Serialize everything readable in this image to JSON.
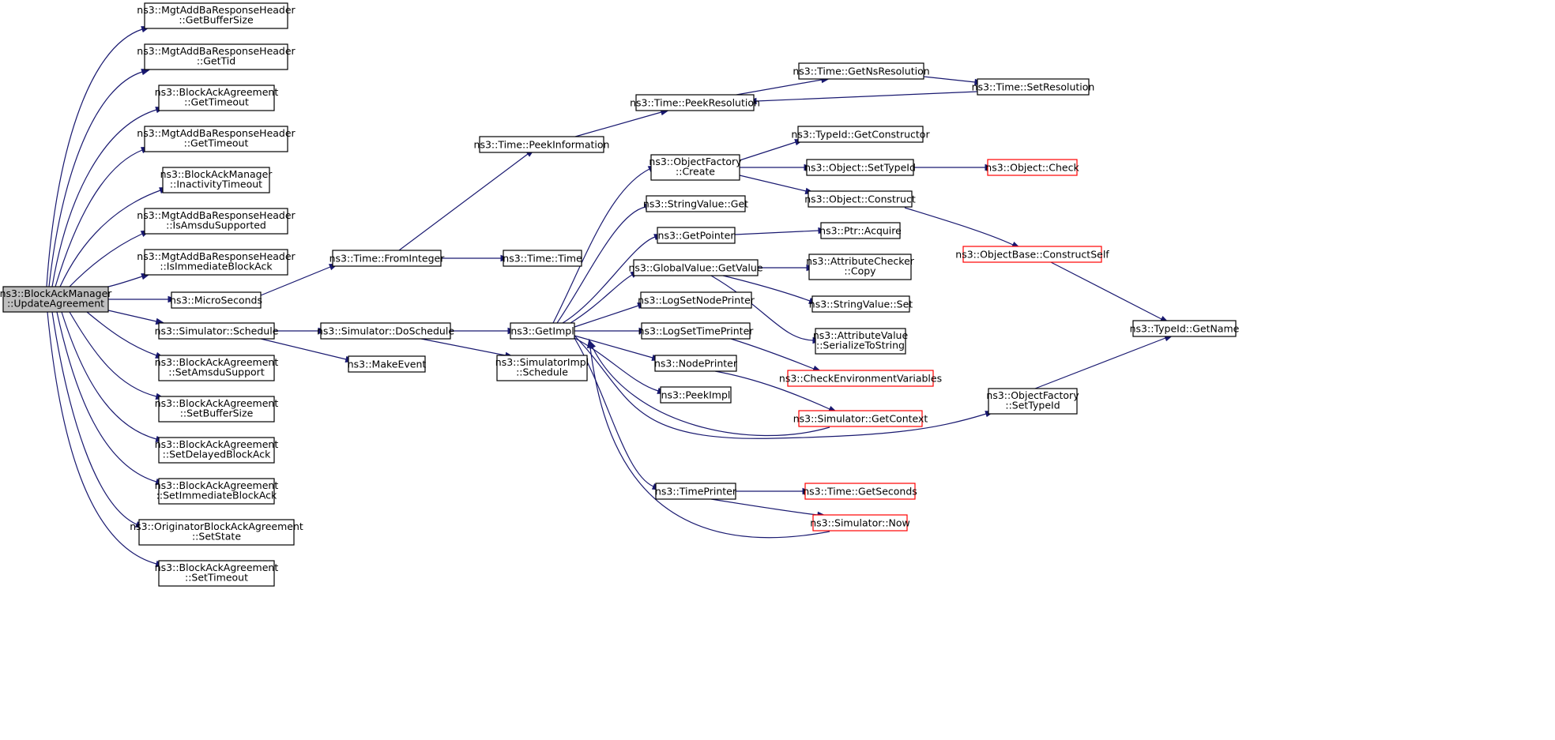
{
  "colors": {
    "edge": "#191970",
    "node_border": "#000000",
    "truncated_border": "#ff0000",
    "root_fill": "#bfbfbf",
    "background": "#ffffff"
  },
  "nodes": [
    {
      "id": "root",
      "lines": [
        "ns3::BlockAckManager",
        "::UpdateAgreement"
      ],
      "style": "root"
    },
    {
      "id": "mgtBuf",
      "lines": [
        "ns3::MgtAddBaResponseHeader",
        "::GetBufferSize"
      ]
    },
    {
      "id": "mgtTid",
      "lines": [
        "ns3::MgtAddBaResponseHeader",
        "::GetTid"
      ]
    },
    {
      "id": "baaTimeout",
      "lines": [
        "ns3::BlockAckAgreement",
        "::GetTimeout"
      ]
    },
    {
      "id": "mgtTimeout",
      "lines": [
        "ns3::MgtAddBaResponseHeader",
        "::GetTimeout"
      ]
    },
    {
      "id": "bamInact",
      "lines": [
        "ns3::BlockAckManager",
        "::InactivityTimeout"
      ]
    },
    {
      "id": "mgtAmsdu",
      "lines": [
        "ns3::MgtAddBaResponseHeader",
        "::IsAmsduSupported"
      ]
    },
    {
      "id": "mgtImm",
      "lines": [
        "ns3::MgtAddBaResponseHeader",
        "::IsImmediateBlockAck"
      ]
    },
    {
      "id": "micro",
      "lines": [
        "ns3::MicroSeconds"
      ]
    },
    {
      "id": "simSched",
      "lines": [
        "ns3::Simulator::Schedule"
      ]
    },
    {
      "id": "baaSetAmsdu",
      "lines": [
        "ns3::BlockAckAgreement",
        "::SetAmsduSupport"
      ]
    },
    {
      "id": "baaSetBuf",
      "lines": [
        "ns3::BlockAckAgreement",
        "::SetBufferSize"
      ]
    },
    {
      "id": "baaSetDelayed",
      "lines": [
        "ns3::BlockAckAgreement",
        "::SetDelayedBlockAck"
      ]
    },
    {
      "id": "baaSetImm",
      "lines": [
        "ns3::BlockAckAgreement",
        "::SetImmediateBlockAck"
      ]
    },
    {
      "id": "obaaSetState",
      "lines": [
        "ns3::OriginatorBlockAckAgreement",
        "::SetState"
      ]
    },
    {
      "id": "baaSetTimeout",
      "lines": [
        "ns3::BlockAckAgreement",
        "::SetTimeout"
      ]
    },
    {
      "id": "timeFromInt",
      "lines": [
        "ns3::Time::FromInteger"
      ]
    },
    {
      "id": "simDoSched",
      "lines": [
        "ns3::Simulator::DoSchedule"
      ]
    },
    {
      "id": "makeEvent",
      "lines": [
        "ns3::MakeEvent"
      ]
    },
    {
      "id": "timePeekInfo",
      "lines": [
        "ns3::Time::PeekInformation"
      ]
    },
    {
      "id": "timeTime",
      "lines": [
        "ns3::Time::Time"
      ]
    },
    {
      "id": "getImpl",
      "lines": [
        "ns3::GetImpl"
      ]
    },
    {
      "id": "simImplSched",
      "lines": [
        "ns3::SimulatorImpl",
        "::Schedule"
      ]
    },
    {
      "id": "timePeekRes",
      "lines": [
        "ns3::Time::PeekResolution"
      ]
    },
    {
      "id": "timeGetNsRes",
      "lines": [
        "ns3::Time::GetNsResolution"
      ]
    },
    {
      "id": "timeSetRes",
      "lines": [
        "ns3::Time::SetResolution"
      ]
    },
    {
      "id": "ofCreate",
      "lines": [
        "ns3::ObjectFactory",
        "::Create"
      ]
    },
    {
      "id": "svGet",
      "lines": [
        "ns3::StringValue::Get"
      ]
    },
    {
      "id": "getPointer",
      "lines": [
        "ns3::GetPointer"
      ]
    },
    {
      "id": "gvGetValue",
      "lines": [
        "ns3::GlobalValue::GetValue"
      ]
    },
    {
      "id": "logSetNode",
      "lines": [
        "ns3::LogSetNodePrinter"
      ]
    },
    {
      "id": "logSetTime",
      "lines": [
        "ns3::LogSetTimePrinter"
      ]
    },
    {
      "id": "nodePrinter",
      "lines": [
        "ns3::NodePrinter"
      ]
    },
    {
      "id": "peekImpl",
      "lines": [
        "ns3::PeekImpl"
      ]
    },
    {
      "id": "timePrinter",
      "lines": [
        "ns3::TimePrinter"
      ]
    },
    {
      "id": "tidGetCons",
      "lines": [
        "ns3::TypeId::GetConstructor"
      ]
    },
    {
      "id": "objSetTid",
      "lines": [
        "ns3::Object::SetTypeId"
      ]
    },
    {
      "id": "objConstruct",
      "lines": [
        "ns3::Object::Construct"
      ]
    },
    {
      "id": "ptrAcquire",
      "lines": [
        "ns3::Ptr::Acquire"
      ]
    },
    {
      "id": "acCopy",
      "lines": [
        "ns3::AttributeChecker",
        "::Copy"
      ]
    },
    {
      "id": "svSet",
      "lines": [
        "ns3::StringValue::Set"
      ]
    },
    {
      "id": "avSerialize",
      "lines": [
        "ns3::AttributeValue",
        "::SerializeToString"
      ]
    },
    {
      "id": "checkEnv",
      "lines": [
        "ns3::CheckEnvironmentVariables"
      ],
      "style": "red"
    },
    {
      "id": "simGetCtx",
      "lines": [
        "ns3::Simulator::GetContext"
      ],
      "style": "red"
    },
    {
      "id": "timeGetSec",
      "lines": [
        "ns3::Time::GetSeconds"
      ],
      "style": "red"
    },
    {
      "id": "simNow",
      "lines": [
        "ns3::Simulator::Now"
      ],
      "style": "red"
    },
    {
      "id": "objCheck",
      "lines": [
        "ns3::Object::Check"
      ],
      "style": "red"
    },
    {
      "id": "obConstructSelf",
      "lines": [
        "ns3::ObjectBase::ConstructSelf"
      ],
      "style": "red"
    },
    {
      "id": "ofSetTid",
      "lines": [
        "ns3::ObjectFactory",
        "::SetTypeId"
      ]
    },
    {
      "id": "tidGetName",
      "lines": [
        "ns3::TypeId::GetName"
      ]
    }
  ],
  "edges": [
    {
      "from": "root",
      "to": "mgtBuf"
    },
    {
      "from": "root",
      "to": "mgtTid"
    },
    {
      "from": "root",
      "to": "baaTimeout"
    },
    {
      "from": "root",
      "to": "mgtTimeout"
    },
    {
      "from": "root",
      "to": "bamInact"
    },
    {
      "from": "root",
      "to": "mgtAmsdu"
    },
    {
      "from": "root",
      "to": "mgtImm"
    },
    {
      "from": "root",
      "to": "micro"
    },
    {
      "from": "root",
      "to": "simSched"
    },
    {
      "from": "root",
      "to": "baaSetAmsdu"
    },
    {
      "from": "root",
      "to": "baaSetBuf"
    },
    {
      "from": "root",
      "to": "baaSetDelayed"
    },
    {
      "from": "root",
      "to": "baaSetImm"
    },
    {
      "from": "root",
      "to": "obaaSetState"
    },
    {
      "from": "root",
      "to": "baaSetTimeout"
    },
    {
      "from": "micro",
      "to": "timeFromInt"
    },
    {
      "from": "simSched",
      "to": "simDoSched"
    },
    {
      "from": "simSched",
      "to": "makeEvent"
    },
    {
      "from": "timeFromInt",
      "to": "timePeekInfo"
    },
    {
      "from": "timeFromInt",
      "to": "timeTime"
    },
    {
      "from": "simDoSched",
      "to": "getImpl"
    },
    {
      "from": "simDoSched",
      "to": "simImplSched"
    },
    {
      "from": "timePeekInfo",
      "to": "timePeekRes"
    },
    {
      "from": "timePeekRes",
      "to": "timeGetNsRes"
    },
    {
      "from": "timeGetNsRes",
      "to": "timeSetRes"
    },
    {
      "from": "timeSetRes",
      "to": "timePeekRes"
    },
    {
      "from": "getImpl",
      "to": "ofCreate"
    },
    {
      "from": "getImpl",
      "to": "svGet"
    },
    {
      "from": "getImpl",
      "to": "getPointer"
    },
    {
      "from": "getImpl",
      "to": "gvGetValue"
    },
    {
      "from": "getImpl",
      "to": "logSetNode"
    },
    {
      "from": "getImpl",
      "to": "logSetTime"
    },
    {
      "from": "getImpl",
      "to": "nodePrinter"
    },
    {
      "from": "getImpl",
      "to": "peekImpl"
    },
    {
      "from": "getImpl",
      "to": "timePrinter"
    },
    {
      "from": "getImpl",
      "to": "ofSetTid"
    },
    {
      "from": "simGetCtx",
      "to": "getImpl"
    },
    {
      "from": "simNow",
      "to": "getImpl"
    },
    {
      "from": "ofCreate",
      "to": "tidGetCons"
    },
    {
      "from": "ofCreate",
      "to": "objSetTid"
    },
    {
      "from": "ofCreate",
      "to": "objConstruct"
    },
    {
      "from": "objSetTid",
      "to": "objCheck"
    },
    {
      "from": "objConstruct",
      "to": "obConstructSelf"
    },
    {
      "from": "obConstructSelf",
      "to": "tidGetName"
    },
    {
      "from": "getPointer",
      "to": "ptrAcquire"
    },
    {
      "from": "gvGetValue",
      "to": "acCopy"
    },
    {
      "from": "gvGetValue",
      "to": "svSet"
    },
    {
      "from": "gvGetValue",
      "to": "avSerialize"
    },
    {
      "from": "logSetTime",
      "to": "checkEnv"
    },
    {
      "from": "nodePrinter",
      "to": "simGetCtx"
    },
    {
      "from": "timePrinter",
      "to": "timeGetSec"
    },
    {
      "from": "timePrinter",
      "to": "simNow"
    },
    {
      "from": "ofSetTid",
      "to": "tidGetName"
    }
  ]
}
